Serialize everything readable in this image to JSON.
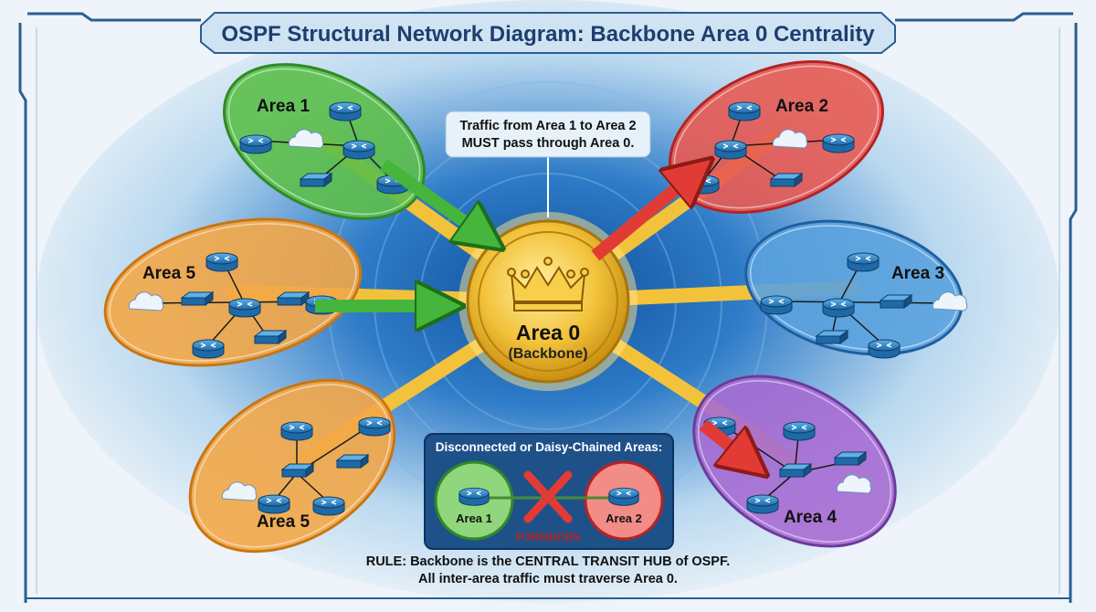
{
  "title": "OSPF Structural Network Diagram: Backbone Area 0 Centrality",
  "callout": {
    "line1": "Traffic from Area 1 to Area 2",
    "line2": "MUST pass through Area 0."
  },
  "hub": {
    "label": "Area 0",
    "sublabel": "(Backbone)",
    "icon": "crown-icon"
  },
  "areas": [
    {
      "label": "Area 1",
      "color": "#5cbf4a"
    },
    {
      "label": "Area 2",
      "color": "#e85a52"
    },
    {
      "label": "Area 5",
      "color": "#f3a748"
    },
    {
      "label": "Area 3",
      "color": "#5aa2de"
    },
    {
      "label": "Area 5",
      "color": "#f3a748"
    },
    {
      "label": "Area 4",
      "color": "#a66bd3"
    }
  ],
  "inset": {
    "title": "Disconnected or Daisy-Chained Areas:",
    "left_area": "Area 1",
    "right_area": "Area 2",
    "status": "FORBIDDEN"
  },
  "rule": {
    "line1": "RULE: Backbone is the CENTRAL TRANSIT HUB of OSPF.",
    "line2": "All inter-area traffic must traverse Area 0."
  },
  "colors": {
    "title_text": "#1c3f6e",
    "gold": "#f2c23a",
    "inset_bg": "#1f5189",
    "forbidden": "#b52323"
  }
}
